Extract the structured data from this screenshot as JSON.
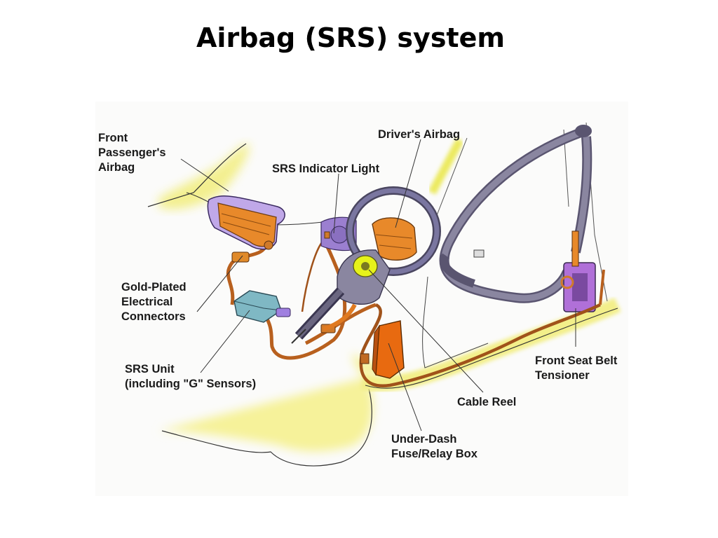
{
  "slide": {
    "title": "Airbag (SRS) system"
  },
  "diagram": {
    "labels": {
      "front_passenger_airbag": "Front\nPassenger's\nAirbag",
      "srs_indicator_light": "SRS Indicator Light",
      "drivers_airbag": "Driver's Airbag",
      "gold_plated_connectors": "Gold-Plated\nElectrical\nConnectors",
      "srs_unit": "SRS Unit\n(including \"G\" Sensors)",
      "cable_reel": "Cable Reel",
      "under_dash_fuse_box": "Under-Dash\nFuse/Relay Box",
      "front_seat_belt_tensioner": "Front Seat Belt\nTensioner"
    },
    "colors": {
      "airbag_orange": "#e8892a",
      "housing_purple": "#9b7fd0",
      "wire_brown": "#b8601e",
      "dash_yellow": "#f3ef8a",
      "cable_reel_yellow": "#e6f21a",
      "srs_unit_teal": "#7fb8c4",
      "fuse_box_orange": "#e86a10",
      "belt_gray": "#6e6a80",
      "tensioner_purple": "#b070d8"
    }
  }
}
